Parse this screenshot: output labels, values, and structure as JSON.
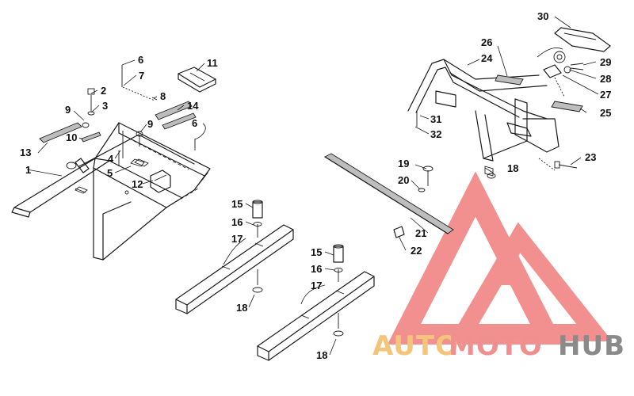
{
  "callouts": {
    "c1": "1",
    "c2": "2",
    "c3": "3",
    "c4": "4",
    "c5": "5",
    "c6a": "6",
    "c6b": "6",
    "c7": "7",
    "c8": "8",
    "c9a": "9",
    "c9b": "9",
    "c10": "10",
    "c11": "11",
    "c12": "12",
    "c13": "13",
    "c14": "14",
    "c15a": "15",
    "c15b": "15",
    "c16a": "16",
    "c16b": "16",
    "c17a": "17",
    "c17b": "17",
    "c18a": "18",
    "c18b": "18",
    "c18c": "18",
    "c19": "19",
    "c20": "20",
    "c21": "21",
    "c22": "22",
    "c23": "23",
    "c24": "24",
    "c25": "25",
    "c26": "26",
    "c27": "27",
    "c28": "28",
    "c29": "29",
    "c30": "30",
    "c31": "31",
    "c32": "32"
  },
  "watermark": {
    "word_auto": "AUTO",
    "word_moto": "MOTO",
    "word_hub": "HUB",
    "color_auto": "#f2c57a",
    "color_moto": "#ef8f8f",
    "color_hub": "#8a8a8a",
    "logo_color": "#f07d7d"
  },
  "colors": {
    "line": "#1a1a1a",
    "pad_fill": "#bdbdbd",
    "background": "#ffffff"
  }
}
